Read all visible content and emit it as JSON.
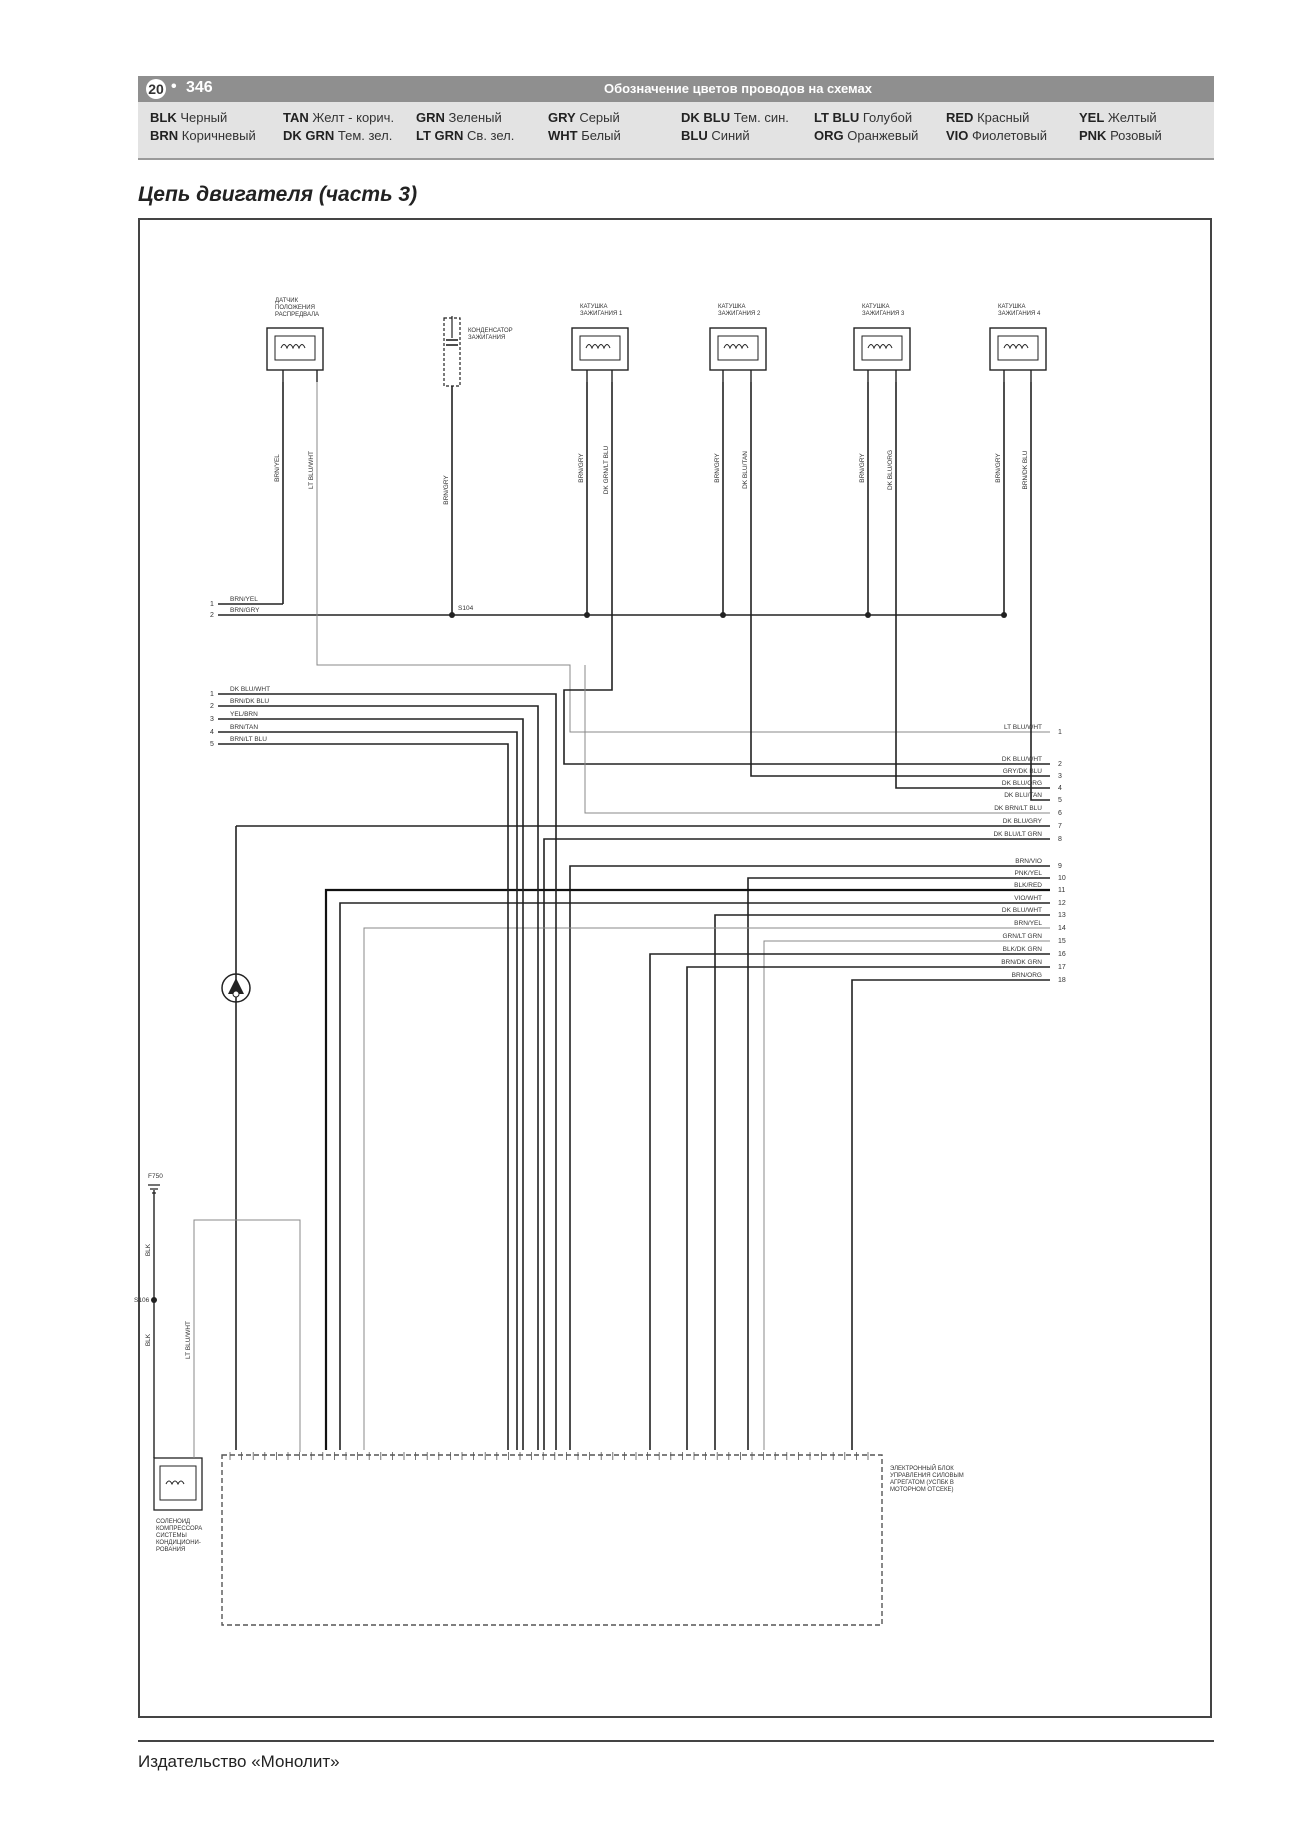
{
  "header": {
    "page_badge": "20",
    "page_bullet": "•",
    "page_number": "346",
    "title": "Обозначение цветов проводов на схемах"
  },
  "legend": [
    {
      "code": "BLK",
      "name": "Черный"
    },
    {
      "code": "BRN",
      "name": "Коричневый"
    },
    {
      "code": "TAN",
      "name": "Желт - корич."
    },
    {
      "code": "DK GRN",
      "name": "Тем. зел."
    },
    {
      "code": "GRN",
      "name": "Зеленый"
    },
    {
      "code": "LT GRN",
      "name": "Св. зел."
    },
    {
      "code": "GRY",
      "name": "Серый"
    },
    {
      "code": "WHT",
      "name": "Белый"
    },
    {
      "code": "DK BLU",
      "name": "Тем. син."
    },
    {
      "code": "BLU",
      "name": "Синий"
    },
    {
      "code": "LT BLU",
      "name": "Голубой"
    },
    {
      "code": "ORG",
      "name": "Оранжевый"
    },
    {
      "code": "RED",
      "name": "Красный"
    },
    {
      "code": "VIO",
      "name": "Фиолетовый"
    },
    {
      "code": "YEL",
      "name": "Желтый"
    },
    {
      "code": "PNK",
      "name": "Розовый"
    }
  ],
  "page_heading": "Цепь двигателя (часть 3)",
  "diagram": {
    "top_components": [
      {
        "label1": "ДАТЧИК",
        "label2": "ПОЛОЖЕНИЯ",
        "label3": "РАСПРЕДВАЛА",
        "wire_a": "BRN/YEL",
        "wire_b": "LT BLU/WHT"
      },
      {
        "label1": "КОНДЕНСАТОР",
        "label2": "ЗАЖИГАНИЯ",
        "wire_a": "BRN/GRY"
      },
      {
        "label1": "КАТУШКА",
        "label2": "ЗАЖИГАНИЯ 1",
        "wire_a": "BRN/GRY",
        "wire_b": "DK GRN/LT BLU"
      },
      {
        "label1": "КАТУШКА",
        "label2": "ЗАЖИГАНИЯ 2",
        "wire_a": "BRN/GRY",
        "wire_b": "DK BLU/TAN"
      },
      {
        "label1": "КАТУШКА",
        "label2": "ЗАЖИГАНИЯ 3",
        "wire_a": "BRN/GRY",
        "wire_b": "DK BLU/ORG"
      },
      {
        "label1": "КАТУШКА",
        "label2": "ЗАЖИГАНИЯ 4",
        "wire_a": "BRN/GRY",
        "wire_b": "BRN/DK BLU"
      }
    ],
    "splice_label": "S104",
    "bus_left": [
      {
        "num": "1",
        "wire": "BRN/YEL"
      },
      {
        "num": "2",
        "wire": "BRN/GRY"
      }
    ],
    "left_wires": [
      {
        "num": "1",
        "wire": "DK BLU/WHT"
      },
      {
        "num": "2",
        "wire": "BRN/DK BLU"
      },
      {
        "num": "3",
        "wire": "YEL/BRN"
      },
      {
        "num": "4",
        "wire": "BRN/TAN"
      },
      {
        "num": "5",
        "wire": "BRN/LT BLU"
      }
    ],
    "right_wires": [
      {
        "num": "1",
        "wire": "LT BLU/WHT"
      },
      {
        "num": "2",
        "wire": "DK BLU/WHT"
      },
      {
        "num": "3",
        "wire": "GRY/DK BLU"
      },
      {
        "num": "4",
        "wire": "DK BLU/ORG"
      },
      {
        "num": "5",
        "wire": "DK BLU/TAN"
      },
      {
        "num": "6",
        "wire": "DK BRN/LT BLU"
      },
      {
        "num": "7",
        "wire": "DK BLU/GRY"
      },
      {
        "num": "8",
        "wire": "DK BLU/LT GRN"
      },
      {
        "num": "9",
        "wire": "BRN/VIO"
      },
      {
        "num": "10",
        "wire": "PNK/YEL"
      },
      {
        "num": "11",
        "wire": "BLK/RED"
      },
      {
        "num": "12",
        "wire": "VIO/WHT"
      },
      {
        "num": "13",
        "wire": "DK BLU/WHT"
      },
      {
        "num": "14",
        "wire": "BRN/YEL"
      },
      {
        "num": "15",
        "wire": "GRN/LT GRN"
      },
      {
        "num": "16",
        "wire": "BLK/DK GRN"
      },
      {
        "num": "17",
        "wire": "BRN/DK GRN"
      },
      {
        "num": "18",
        "wire": "BRN/ORG"
      }
    ],
    "ecu_label1": "ЭЛЕКТРОННЫЙ БЛОК",
    "ecu_label2": "УПРАВЛЕНИЯ СИЛОВЫМ",
    "ecu_label3": "АГРЕГАТОМ (УСПБК В",
    "ecu_label4": "МОТОРНОМ ОТСЕКЕ)",
    "compressor_label1": "СОЛЕНОИД",
    "compressor_label2": "КОМПРЕССОРА",
    "compressor_label3": "СИСТЕМЫ",
    "compressor_label4": "КОНДИЦИОНИ-",
    "compressor_label5": "РОВАНИЯ",
    "ground_top": "F750",
    "ground_wire": "BLK",
    "ground_mid": "S106",
    "ground_wire2": "BLK",
    "compressor_wire": "LT BLU/WHT"
  },
  "footer": {
    "publisher": "Издательство «Монолит»"
  }
}
